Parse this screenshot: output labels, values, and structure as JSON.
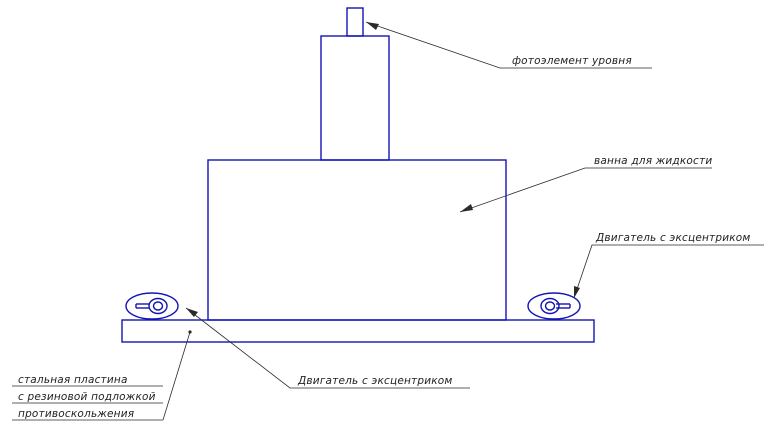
{
  "labels": {
    "photo_element": "фотоэлемент уровня",
    "liquid_bath": "ванна для жидкости",
    "motor_right": "Двигатель с эксцентриком",
    "motor_left": "Двигатель с эксцентриком",
    "plate_line1": "стальная пластина",
    "plate_line2": "с резиновой подложкой",
    "plate_line3": "противоскольжения"
  },
  "colors": {
    "part_stroke": "#1414b4",
    "leader_stroke": "#2a2a2a"
  }
}
